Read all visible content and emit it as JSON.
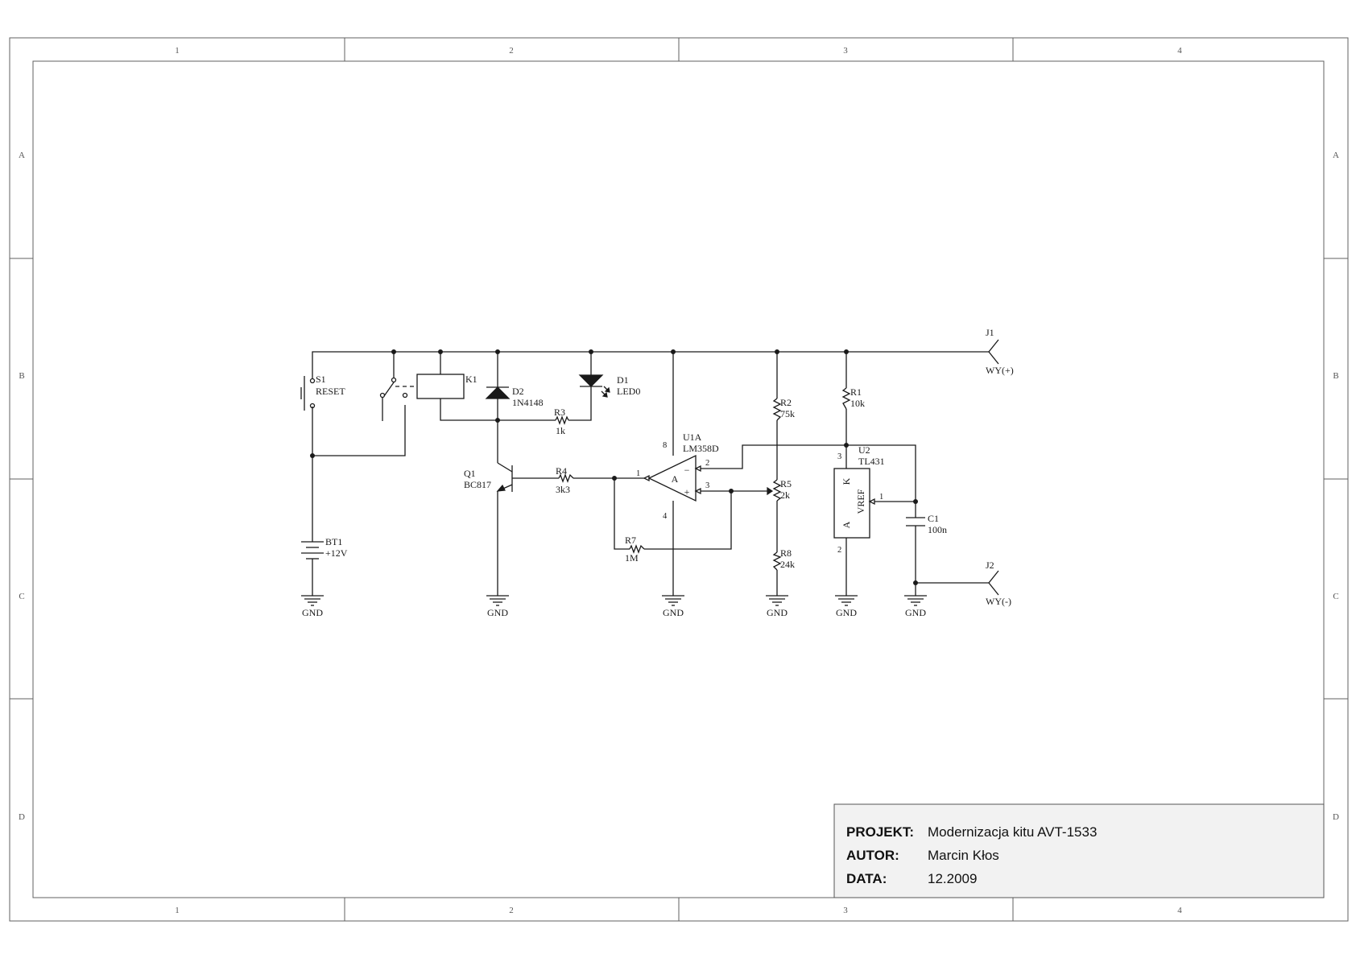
{
  "frame": {
    "columns": [
      "1",
      "2",
      "3",
      "4"
    ],
    "rows": [
      "A",
      "B",
      "C",
      "D"
    ]
  },
  "components": {
    "s1": {
      "ref": "S1",
      "value": "RESET"
    },
    "k1": {
      "ref": "K1"
    },
    "d2": {
      "ref": "D2",
      "value": "1N4148"
    },
    "d1": {
      "ref": "D1",
      "value": "LED0"
    },
    "r3": {
      "ref": "R3",
      "value": "1k"
    },
    "q1": {
      "ref": "Q1",
      "value": "BC817"
    },
    "r4": {
      "ref": "R4",
      "value": "3k3"
    },
    "u1a": {
      "ref": "U1A",
      "value": "LM358D",
      "unit": "A",
      "minus": "−",
      "plus": "+",
      "pins": {
        "out": "1",
        "inm": "2",
        "inp": "3",
        "vcc": "8",
        "gnd": "4"
      }
    },
    "r7": {
      "ref": "R7",
      "value": "1M"
    },
    "r2": {
      "ref": "R2",
      "value": "75k"
    },
    "r5": {
      "ref": "R5",
      "value": "2k"
    },
    "r8": {
      "ref": "R8",
      "value": "24k"
    },
    "r1": {
      "ref": "R1",
      "value": "10k"
    },
    "u2": {
      "ref": "U2",
      "value": "TL431",
      "pin_k": "K",
      "pin_a": "A",
      "pin_vref": "VREF",
      "pins": {
        "k": "3",
        "a": "2",
        "vref": "1"
      }
    },
    "c1": {
      "ref": "C1",
      "value": "100n"
    },
    "bt1": {
      "ref": "BT1",
      "value": "+12V"
    },
    "j1": {
      "ref": "J1",
      "value": "WY(+)"
    },
    "j2": {
      "ref": "J2",
      "value": "WY(-)"
    }
  },
  "gnd_label": "GND",
  "title_block": {
    "project_key": "PROJEKT:",
    "project": "Modernizacja kitu AVT-1533",
    "author_key": "AUTOR:",
    "author": "Marcin Kłos",
    "date_key": "DATA:",
    "date": "12.2009"
  }
}
